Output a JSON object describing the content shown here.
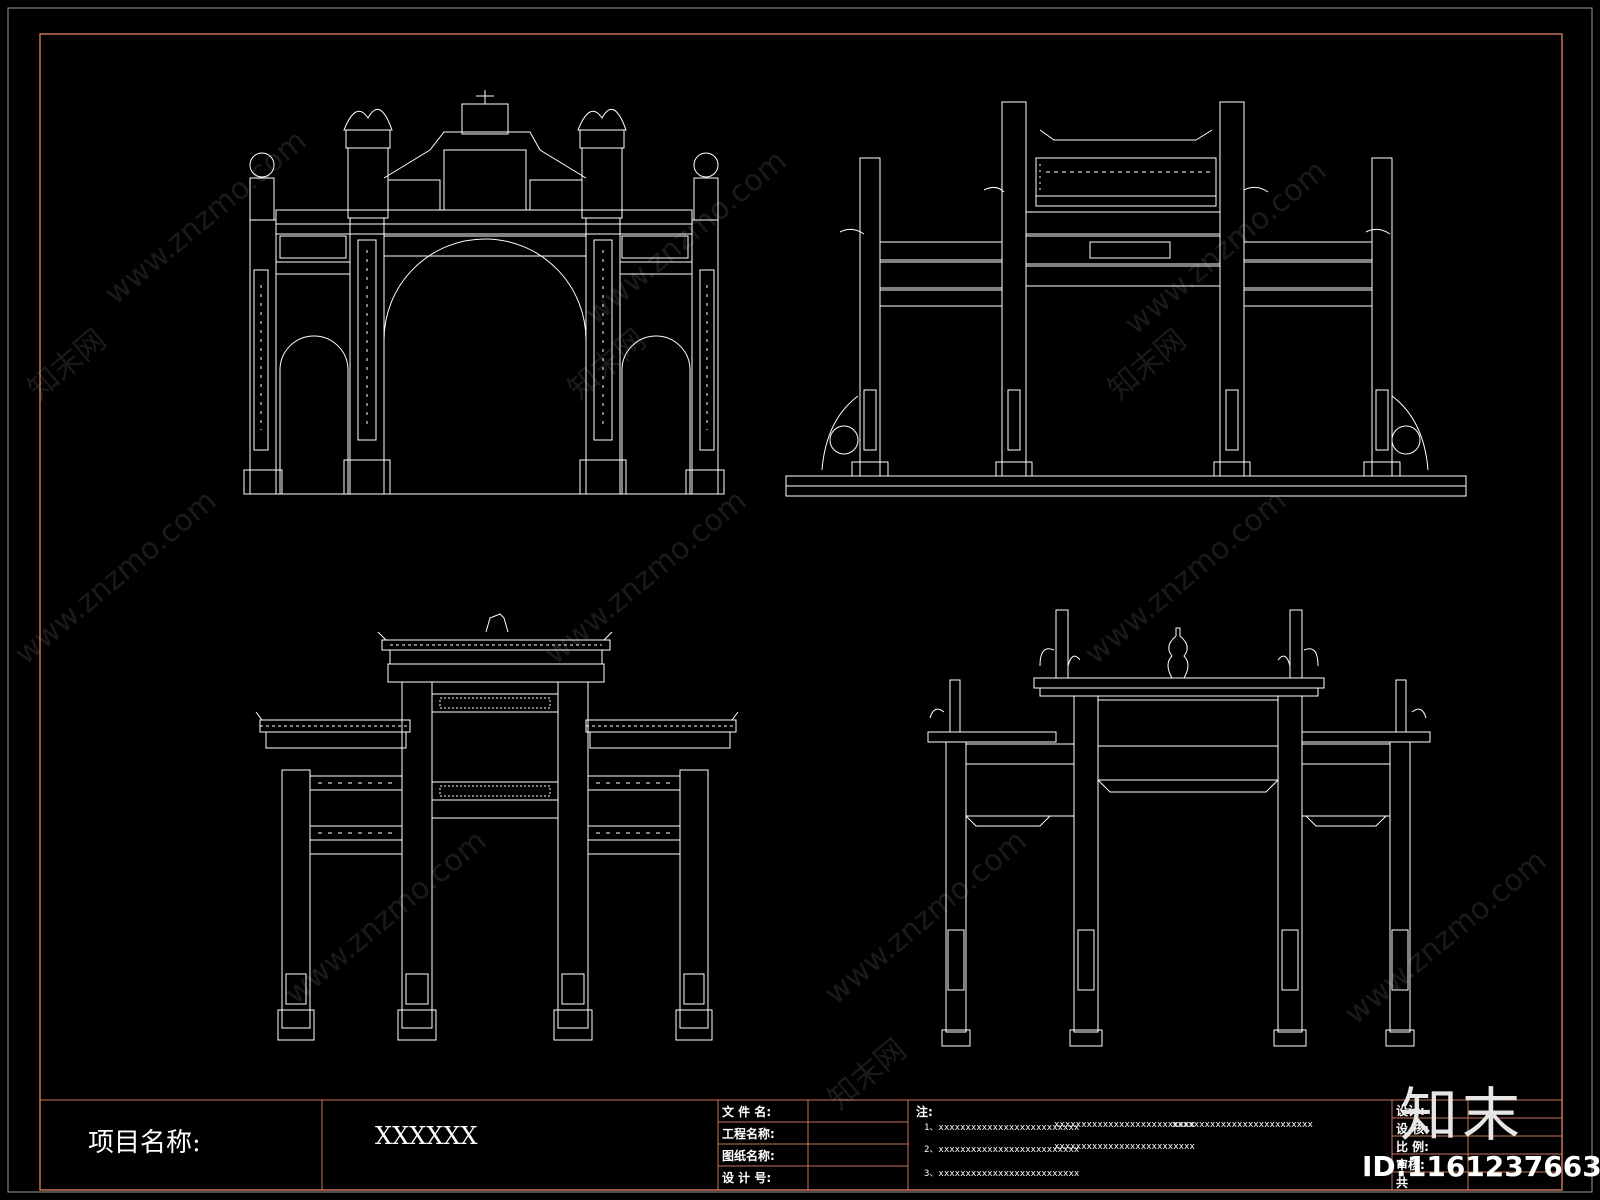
{
  "project": {
    "label": "项目名称:",
    "value": "XXXXXX"
  },
  "title_block": {
    "file_name": "文 件 名:",
    "project_name": "工程名称:",
    "drawing_name": "图纸名称:",
    "design_no": "设 计 号:",
    "notes_label": "注:",
    "note_1a": "1、xxxxxxxxxxxxxxxxxxxxxxxxxx",
    "note_1b": "xxxxxxxxxxxxxxxxxxxxxxxxxx",
    "note_1c": "xxxxxxxxxxxxxxxxxxxxxxxxxx",
    "note_2a": "2、xxxxxxxxxxxxxxxxxxxxxxxxxx",
    "note_2b": "xxxxxxxxxxxxxxxxxxxxxxxxxx",
    "note_3a": "3、xxxxxxxxxxxxxxxxxxxxxxxxxx",
    "designer": "设计:",
    "reviewer": "设 核:",
    "scale": "比 例:",
    "reviewed": "审核:",
    "total": "共"
  },
  "brand": "知末",
  "id_tag": "ID:1161237663",
  "watermark": "www.znzmo.com",
  "watermark_cn": "知末网",
  "colors": {
    "border": "#c8735a",
    "line": "#ffffff",
    "background": "#000000"
  }
}
